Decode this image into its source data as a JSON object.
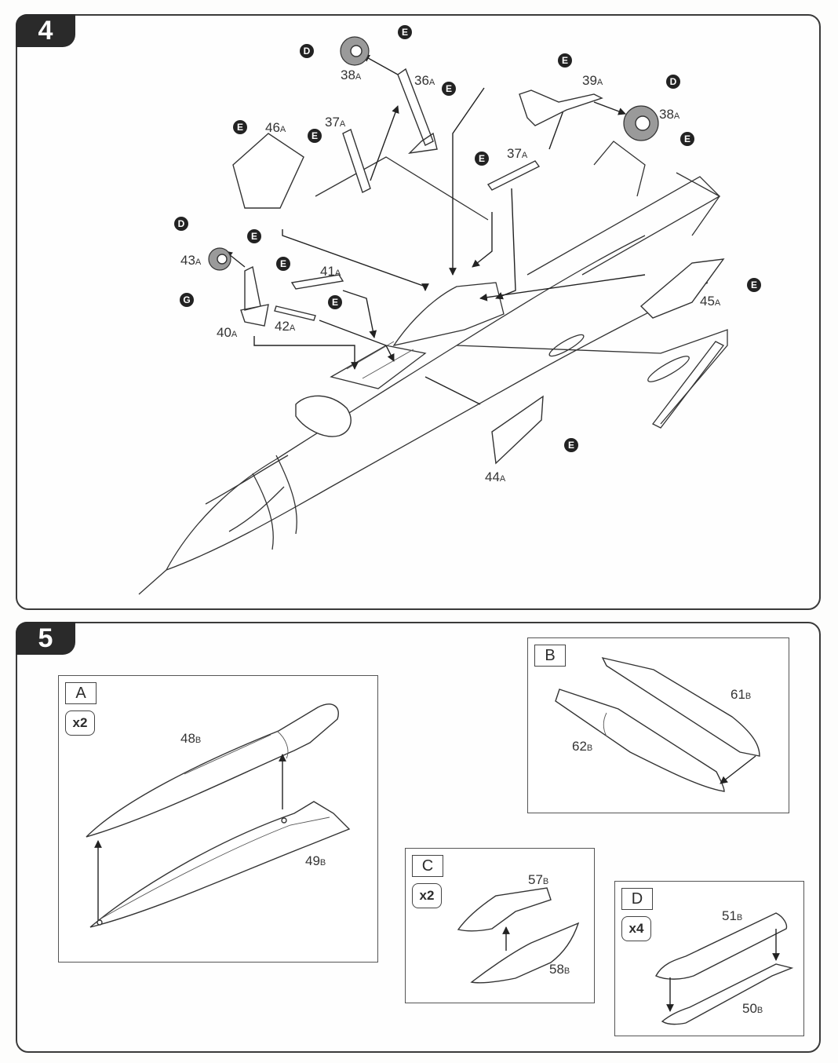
{
  "page": {
    "type": "model kit assembly instructions"
  },
  "steps": [
    {
      "number": "4",
      "parts": [
        {
          "num": "38",
          "sheet": "A"
        },
        {
          "num": "36",
          "sheet": "A"
        },
        {
          "num": "37",
          "sheet": "A"
        },
        {
          "num": "46",
          "sheet": "A"
        },
        {
          "num": "39",
          "sheet": "A"
        },
        {
          "num": "38",
          "sheet": "A"
        },
        {
          "num": "37",
          "sheet": "A"
        },
        {
          "num": "43",
          "sheet": "A"
        },
        {
          "num": "41",
          "sheet": "A"
        },
        {
          "num": "42",
          "sheet": "A"
        },
        {
          "num": "40",
          "sheet": "A"
        },
        {
          "num": "45",
          "sheet": "A"
        },
        {
          "num": "44",
          "sheet": "A"
        }
      ],
      "color_marks": [
        "E",
        "D",
        "E",
        "E",
        "E",
        "E",
        "D",
        "E",
        "E",
        "D",
        "E",
        "E",
        "G",
        "E",
        "E",
        "E"
      ]
    },
    {
      "number": "5",
      "sub_assemblies": [
        {
          "letter": "A",
          "quantity": "x2",
          "parts": [
            {
              "num": "48",
              "sheet": "B"
            },
            {
              "num": "49",
              "sheet": "B"
            }
          ]
        },
        {
          "letter": "B",
          "quantity": "",
          "parts": [
            {
              "num": "61",
              "sheet": "B"
            },
            {
              "num": "62",
              "sheet": "B"
            }
          ]
        },
        {
          "letter": "C",
          "quantity": "x2",
          "parts": [
            {
              "num": "57",
              "sheet": "B"
            },
            {
              "num": "58",
              "sheet": "B"
            }
          ]
        },
        {
          "letter": "D",
          "quantity": "x4",
          "parts": [
            {
              "num": "51",
              "sheet": "B"
            },
            {
              "num": "50",
              "sheet": "B"
            }
          ]
        }
      ]
    }
  ]
}
